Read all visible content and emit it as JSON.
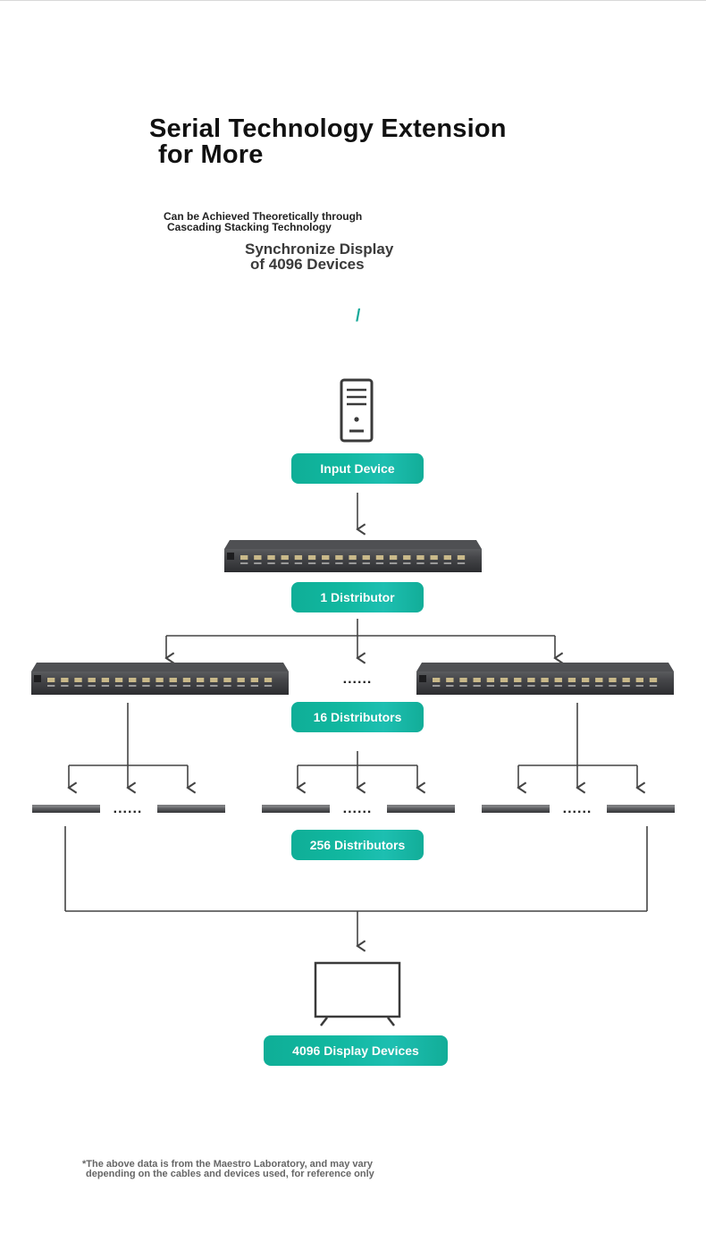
{
  "title": {
    "line1": "Serial Technology Extension",
    "line2": "for More"
  },
  "subtitle": {
    "line1": "Can be Achieved Theoretically through",
    "line2": "Cascading Stacking Technology"
  },
  "highlight": {
    "line1": "Synchronize Display",
    "line2": "of 4096 Devices"
  },
  "separator": "/",
  "diagram": {
    "input_label": "Input Device",
    "level1_label": "1 Distributor",
    "level2_label": "16 Distributors",
    "level3_label": "256 Distributors",
    "output_label": "4096 Display Devices",
    "ellipsis": "......"
  },
  "footnote": {
    "line1": "*The above data is from the Maestro Laboratory, and may vary",
    "line2": "depending on the cables and devices used, for reference only"
  },
  "colors": {
    "accent": "#12b19b",
    "line": "#444444",
    "device_body": "#3e3f42"
  },
  "icons": [
    "computer-tower-icon",
    "distributor-device-icon",
    "monitor-icon",
    "arrow-down-icon"
  ]
}
